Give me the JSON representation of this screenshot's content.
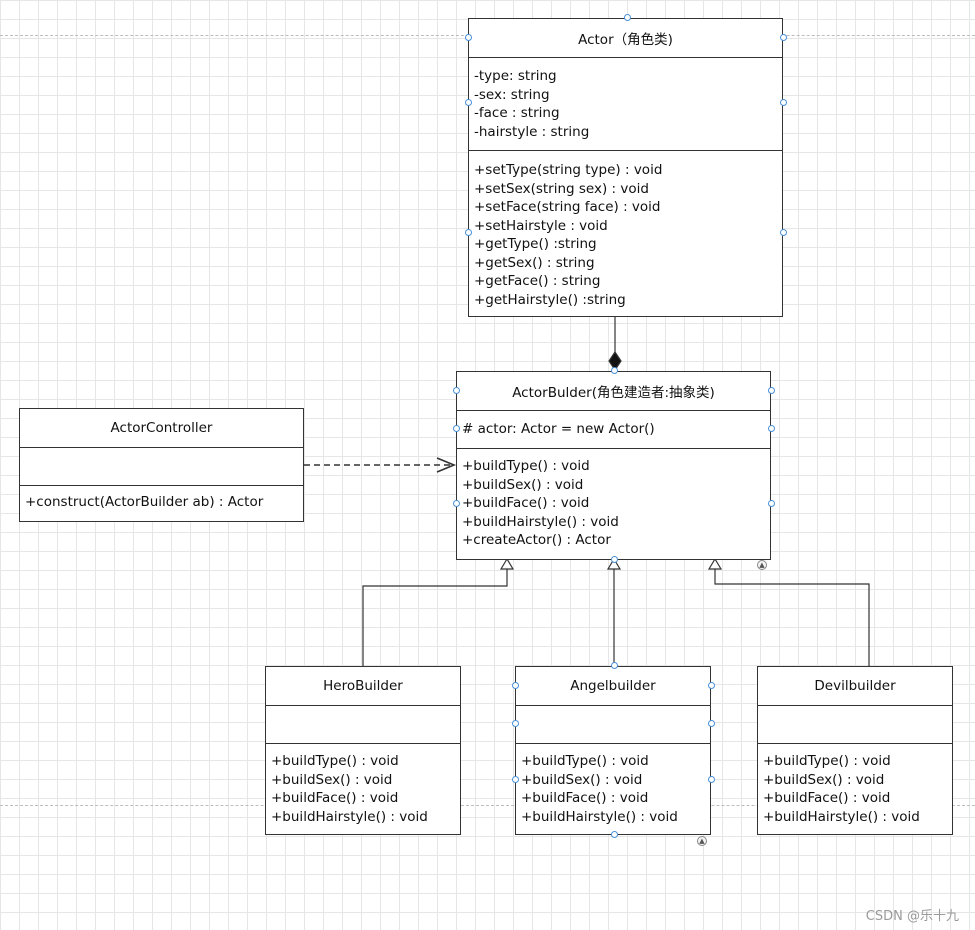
{
  "classes": {
    "actor": {
      "name": "Actor（角色类)",
      "attributes": [
        "-type: string",
        "-sex: string",
        "-face : string",
        "-hairstyle : string"
      ],
      "methods": [
        "+setType(string type) : void",
        "+setSex(string sex) : void",
        "+setFace(string face) : void",
        "+setHairstyle : void",
        "+getType() :string",
        "+getSex() : string",
        "+getFace() : string",
        "+getHairstyle() :string"
      ]
    },
    "actor_builder": {
      "name": "ActorBulder(角色建造者:抽象类)",
      "attributes": [
        "# actor:  Actor = new Actor()"
      ],
      "methods": [
        "+buildType() : void",
        "+buildSex() : void",
        "+buildFace() : void",
        "+buildHairstyle() : void",
        "+createActor() : Actor"
      ]
    },
    "actor_controller": {
      "name": "ActorController",
      "attributes": [],
      "methods": [
        "+construct(ActorBuilder ab) : Actor"
      ]
    },
    "hero_builder": {
      "name": "HeroBuilder",
      "attributes": [],
      "methods": [
        "+buildType() : void",
        "+buildSex() : void",
        "+buildFace() : void",
        "+buildHairstyle() : void"
      ]
    },
    "angel_builder": {
      "name": "Angelbuilder",
      "attributes": [],
      "methods": [
        "+buildType() : void",
        "+buildSex() : void",
        "+buildFace() : void",
        "+buildHairstyle() : void"
      ]
    },
    "devil_builder": {
      "name": "Devilbuilder",
      "attributes": [],
      "methods": [
        "+buildType() : void",
        "+buildSex() : void",
        "+buildFace() : void",
        "+buildHairstyle() : void"
      ]
    }
  },
  "watermark": "CSDN @乐十九",
  "colors": {
    "border": "#333333",
    "handle": "#4a90d9",
    "grid": "#e6e6e6"
  }
}
